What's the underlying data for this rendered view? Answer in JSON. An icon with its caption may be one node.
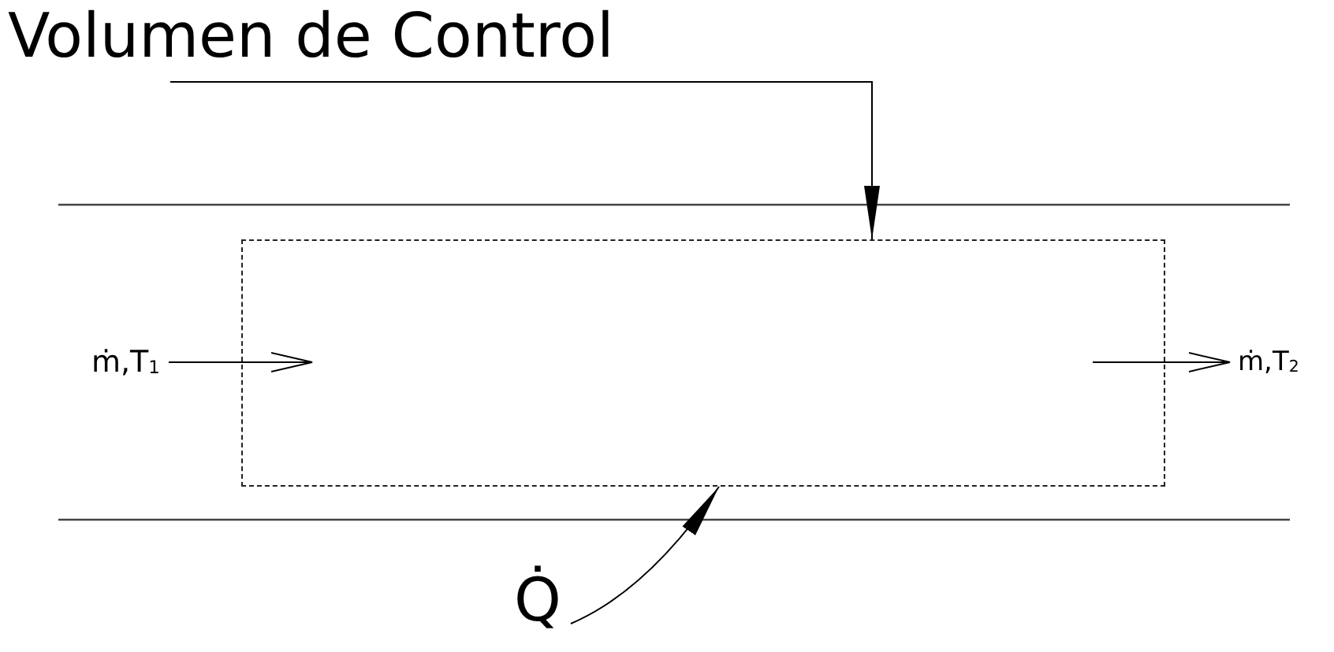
{
  "diagram": {
    "nodes": [
      {
        "text": [
          "Volumen de Control"
        ]
      },
      {
        "text": [],
        "shape": "box"
      },
      {
        "text": [
          "ṁ,T$_{1}$"
        ]
      },
      {
        "text": [
          "ṁ,T$_{2}$"
        ]
      },
      {
        "text": [
          "Q̇"
        ]
      }
    ],
    "edges": [
      {
        "from": 0,
        "to": 1,
        "arrow": "to"
      },
      {
        "from": 2,
        "to": 1,
        "arrow": "to"
      },
      {
        "from": 1,
        "to": 3,
        "arrow": "to"
      },
      {
        "from": 4,
        "to": 1,
        "arrow": "to"
      }
    ]
  }
}
